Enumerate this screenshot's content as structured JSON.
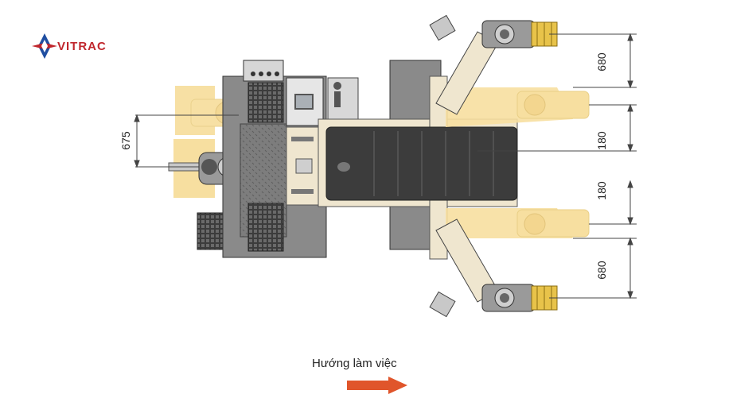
{
  "brand": {
    "name": "VITRAC"
  },
  "dimensions": {
    "left_offset": "675",
    "upper_outer": "680",
    "upper_inner": "180",
    "lower_inner": "180",
    "lower_outer": "680"
  },
  "caption": "Hướng làm việc",
  "colors": {
    "machine_grey": "#8a8a8a",
    "dark_grey": "#4a4a4a",
    "cream": "#efe6cf",
    "ghost_yellow": "#f7dfa0",
    "drill_yellow": "#e8c34a",
    "arrow": "#e0552b",
    "brand_red": "#c0272d",
    "brand_blue": "#1f4ea1"
  }
}
